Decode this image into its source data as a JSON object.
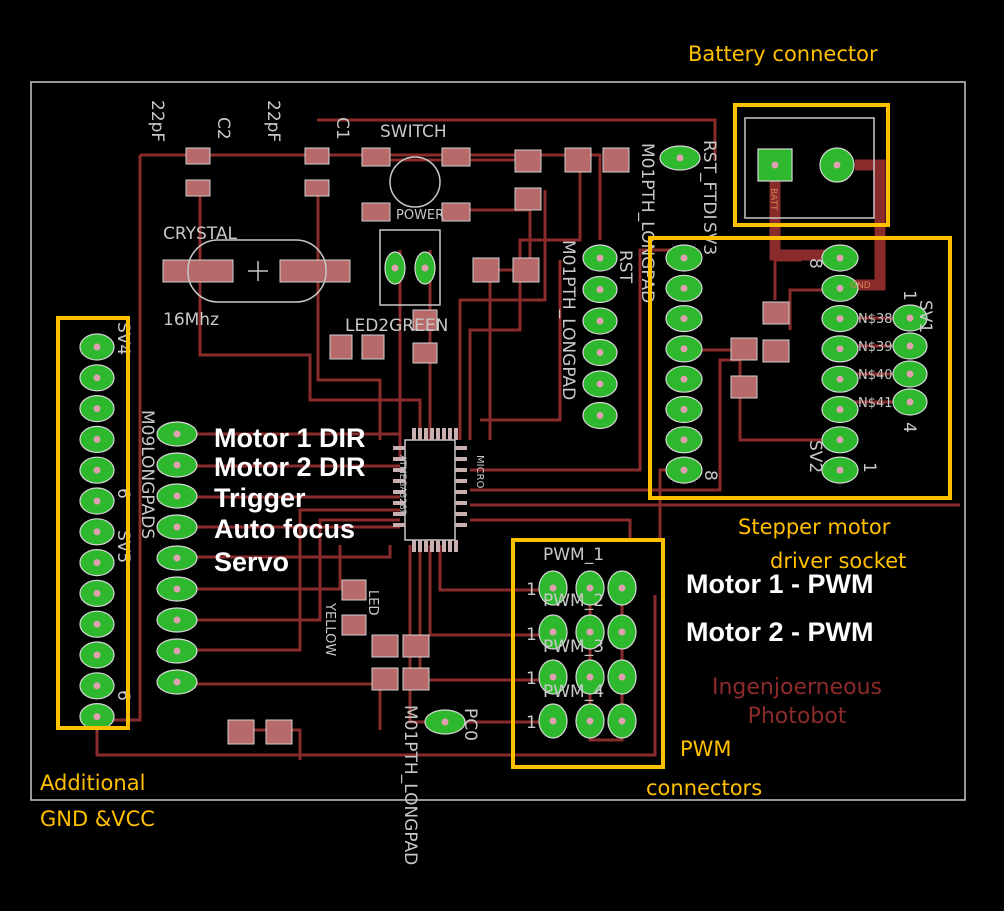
{
  "annotations": {
    "battery_connector": "Battery connector",
    "stepper_line1": "Stepper motor",
    "stepper_line2": "driver socket",
    "pwm_line1": "PWM",
    "pwm_line2": "connectors",
    "gnd_line1": "Additional",
    "gnd_line2": "GND &VCC",
    "motor1_pwm": "Motor 1 - PWM",
    "motor2_pwm": "Motor 2 - PWM",
    "pin_labels": [
      "Motor 1 DIR",
      "Motor 2 DIR",
      "Trigger",
      "Auto focus",
      "Servo"
    ]
  },
  "silkscreen": {
    "c2_value": "22pF",
    "c2_name": "C2",
    "c1_value": "22pF",
    "c1_name": "C1",
    "switch": "SWITCH",
    "power": "POWER",
    "crystal": "CRYSTAL",
    "crystal_freq": "16Mhz",
    "led2": "LED2GREEN",
    "led_yellow": "YELLOW",
    "led": "LED",
    "chip": "ATMEGA328P",
    "micro": "MICRO",
    "rst_header": "M01PTH_LONGPAD",
    "rst": "RST",
    "rst_ftdi": "RST_FTDI",
    "sv3": "SV3",
    "sv4": "SV4",
    "sv5": "SV5",
    "sv1": "SV1",
    "sv2": "SV2",
    "m09": "M09LONGPADS",
    "pc0_header": "M01PTH_LONGPAD",
    "pc0": "PC0",
    "pwm": [
      "PWM_1",
      "PWM_2",
      "PWM_3",
      "PWM_4"
    ],
    "nets": [
      "N$38",
      "N$39",
      "N$40",
      "N$41"
    ],
    "batt": "BATT",
    "gnd": "GND",
    "pin1": "1",
    "pin8": "8",
    "pin4": "4",
    "pin6": "6"
  },
  "brand": {
    "line1": "Ingenjoerneous",
    "line2": "Photobot"
  },
  "colors": {
    "annotation": "#ffc000",
    "trace": "#8a2b2b",
    "pad": "#2eb82e",
    "board_outline": "#c8c8c8",
    "background": "#000000"
  }
}
